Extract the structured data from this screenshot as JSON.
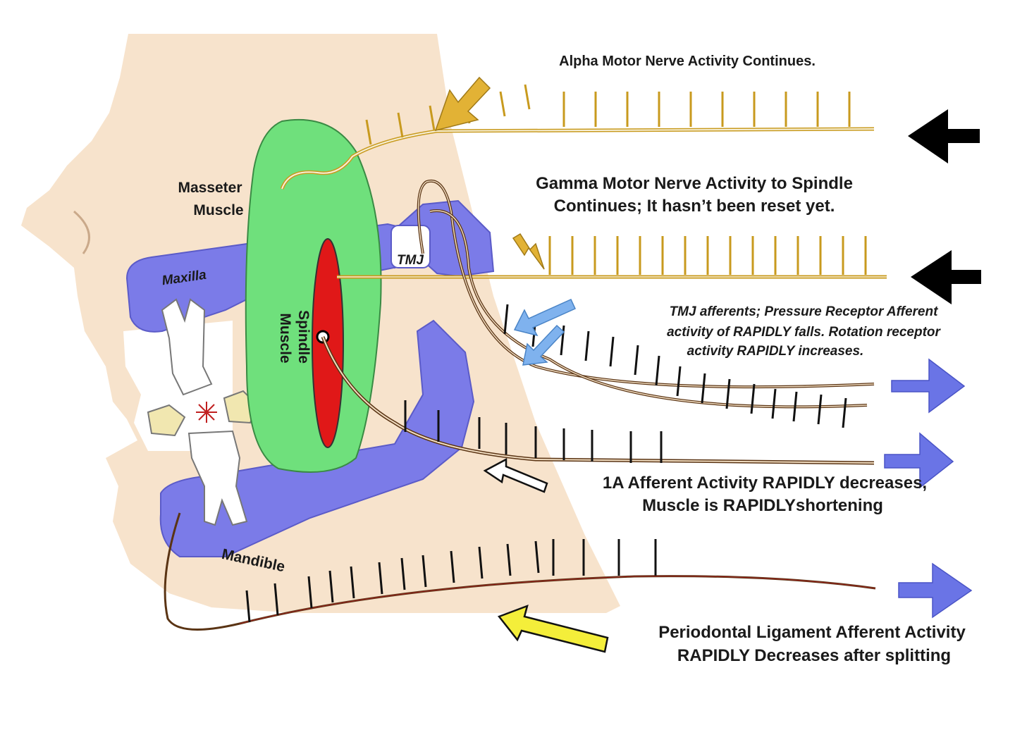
{
  "captions": {
    "alpha": "Alpha Motor Nerve Activity Continues.",
    "gamma_line1": "Gamma Motor Nerve Activity to Spindle",
    "gamma_line2": "Continues; It hasn’t been reset yet.",
    "tmj_line1": "TMJ afferents; Pressure Receptor Afferent",
    "tmj_line2": "activity of RAPIDLY falls.  Rotation receptor",
    "tmj_line3": "activity RAPIDLY increases.",
    "ia_line1": "1A Afferent Activity RAPIDLY decreases,",
    "ia_line2": "Muscle is RAPIDLYshortening",
    "pdl_line1": "Periodontal Ligament Afferent Activity",
    "pdl_line2": "RAPIDLY Decreases after splitting"
  },
  "labels": {
    "masseter_line1": "Masseter",
    "masseter_line2": "Muscle",
    "tmj": "TMJ",
    "maxilla": "Maxilla",
    "mandible": "Mandible",
    "spindle_line1": "Muscle",
    "spindle_line2": "Spindle"
  },
  "colors": {
    "skin": "#f7e3cc",
    "bone": "#7b7be8",
    "muscle": "#6fe07c",
    "spindle": "#e01818",
    "motor_nerve": "#c89a1e",
    "afferent_nerve": "#5a3414",
    "blue_arrow": "#6a74e6",
    "light_blue_arrow": "#7fb2ee",
    "gold_arrow": "#e2b235",
    "yellow_arrow": "#f4ee3a",
    "black_arrow": "#000000"
  }
}
